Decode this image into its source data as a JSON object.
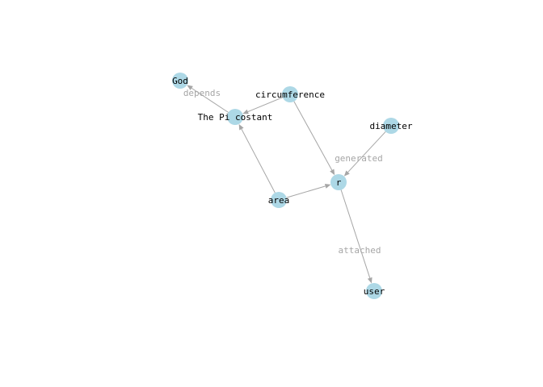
{
  "graph": {
    "node_color": "#add8e6",
    "edge_color": "#a6a6a6",
    "label_color": "#000000",
    "nodes": [
      {
        "id": "god",
        "label": "God"
      },
      {
        "id": "circumference",
        "label": "circumference"
      },
      {
        "id": "pi",
        "label": "The Pi costant"
      },
      {
        "id": "diameter",
        "label": "diameter"
      },
      {
        "id": "r",
        "label": "r"
      },
      {
        "id": "area",
        "label": "area"
      },
      {
        "id": "user",
        "label": "user"
      }
    ],
    "edges": [
      {
        "from": "pi",
        "to": "god",
        "label": "depends"
      },
      {
        "from": "circumference",
        "to": "pi",
        "label": ""
      },
      {
        "from": "circumference",
        "to": "r",
        "label": ""
      },
      {
        "from": "diameter",
        "to": "r",
        "label": "generated"
      },
      {
        "from": "area",
        "to": "pi",
        "label": ""
      },
      {
        "from": "area",
        "to": "r",
        "label": ""
      },
      {
        "from": "r",
        "to": "user",
        "label": "attached"
      }
    ]
  }
}
